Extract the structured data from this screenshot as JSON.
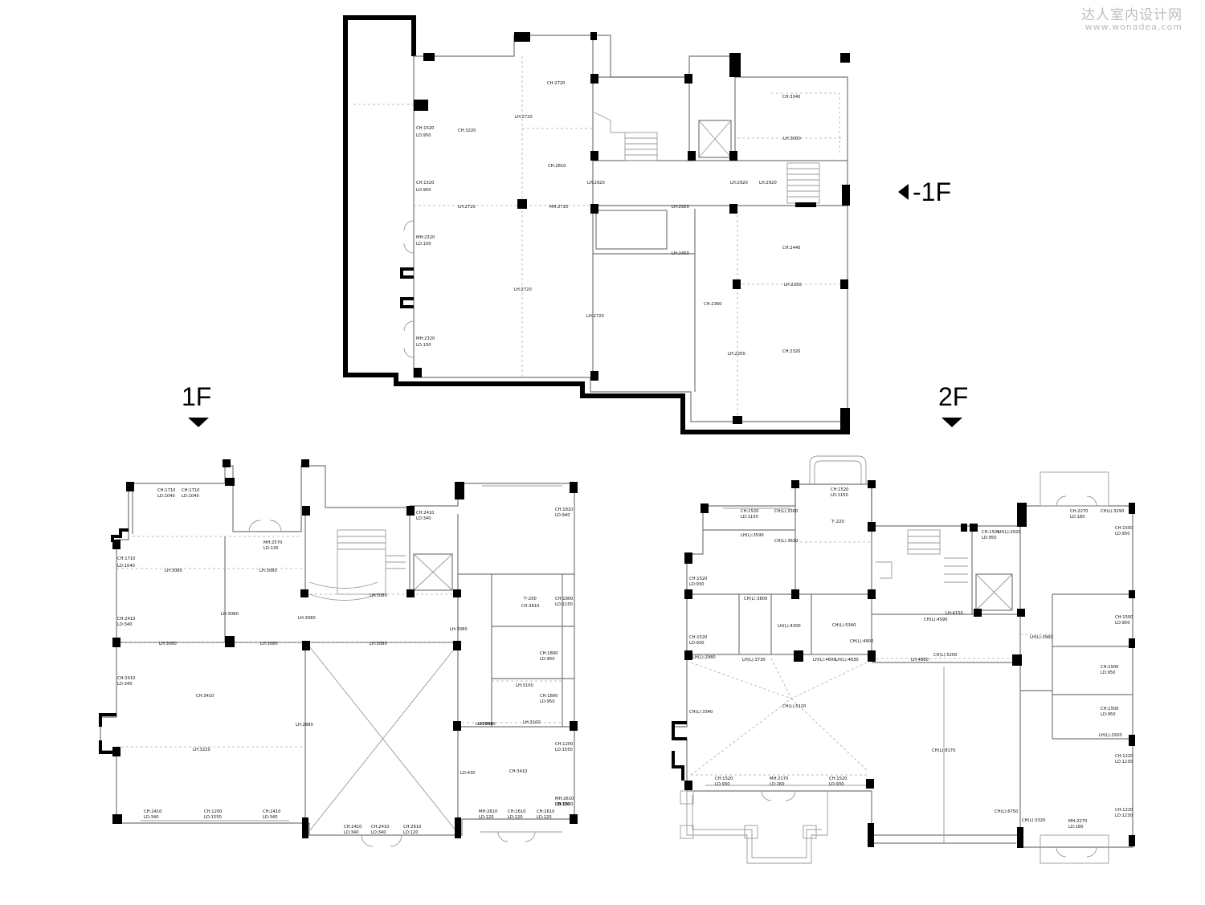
{
  "watermark": {
    "site_cn": "达人室内设计网",
    "url": "www.wonadea.com"
  },
  "floors": {
    "basement": {
      "label": "-1F"
    },
    "first": {
      "label": "1F"
    },
    "second": {
      "label": "2F"
    }
  },
  "annotations": {
    "basement": [
      "CH:2720",
      "CH:3220",
      "LH:2720",
      "CH:2810",
      "CH:1520",
      "LD:950",
      "CH:1520",
      "LD:950",
      "LH:2720",
      "MH:2720",
      "LH:2920",
      "LH:2920",
      "LH:2920",
      "LH:2920",
      "MH:2320",
      "LD:150",
      "LH:2720",
      "MH:2320",
      "LD:150",
      "LH:2720",
      "CH:3340",
      "LH:3000",
      "LH:2450",
      "CH:2440",
      "LH:2250",
      "CH:2360",
      "LH:2200",
      "CH:2320"
    ],
    "first": [
      "CH:1710",
      "LD:1040",
      "CH:1710",
      "LD:1040",
      "CH:1710",
      "LD:1040",
      "MH:2570",
      "LD:130",
      "LH:3080",
      "LH:3080",
      "LH:3080",
      "CH:2410",
      "LD:340",
      "CH:2410",
      "LD:340",
      "CH:1810",
      "LD:940",
      "LH:3080",
      "LH:3080",
      "LH:3080",
      "LH:3080",
      "LH:3080",
      "LH:3080",
      "LH:3080",
      "下:200",
      "CH:3610",
      "CH:1800",
      "LD:1150",
      "CH:2410",
      "LD:340",
      "CH:3410",
      "CH:1800",
      "LD:950",
      "LH:3100",
      "CH:1800",
      "LD:950",
      "LH:2880",
      "LH:3220",
      "LH:3080",
      "LH:3100",
      "CH:1200",
      "LD:1550",
      "LD:430",
      "CH:3410",
      "CH:2410",
      "LD:340",
      "CH:1200",
      "LD:1550",
      "CH:2410",
      "LD:340",
      "CH:2410",
      "LD:340",
      "CH:2410",
      "LD:340",
      "CH:2610",
      "LD:120",
      "MH:2610",
      "LD:120",
      "CH:2610",
      "LD:120",
      "CH:2610",
      "LD:120",
      "MH:2610",
      "LD:120",
      "CH:2610",
      "LD:120"
    ],
    "second": [
      "CH:1520",
      "LD:1150",
      "CH:1520",
      "LD:1150",
      "CH(L):3300",
      "下:220",
      "LH(L):3590",
      "CH(L):3620",
      "CH:1500",
      "LD:950",
      "LH(L):2920",
      "CH:2270",
      "LD:180",
      "CH(L):3290",
      "CH:1500",
      "LD:950",
      "CH:1520",
      "LD:930",
      "CH(L):3800",
      "LH(L):4300",
      "CH(L):5340",
      "LH:4150",
      "CH(L):4590",
      "CH:1500",
      "LD:950",
      "CH:1520",
      "LD:930",
      "LH(L):3960",
      "CH(L):4900",
      "LH(L):2980",
      "LH(L):3730",
      "LH(L):4600",
      "LH(L):4830",
      "LH:4860",
      "CH(L):5200",
      "CH:1500",
      "LD:950",
      "CH(L):5120",
      "CH:1500",
      "LD:950",
      "CH(L):3340",
      "LH(L):2920",
      "CH(L):8170",
      "CH:1220",
      "LD:1230",
      "CH:1520",
      "LD:930",
      "MH:2170",
      "LD:260",
      "CH:1520",
      "LD:930",
      "CH(L):6750",
      "CH(L):3320",
      "MH:2270",
      "LD:180",
      "CH:1220",
      "LD:1230"
    ]
  }
}
